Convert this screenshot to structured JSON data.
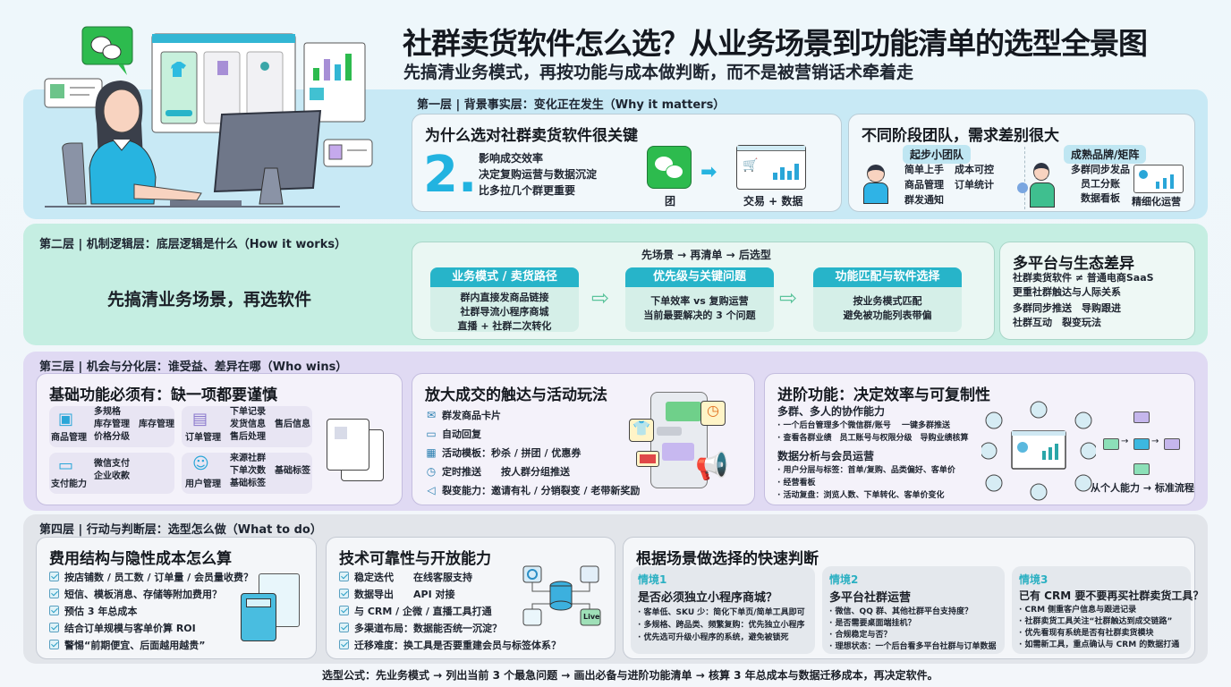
{
  "header": {
    "title": "社群卖货软件怎么选？从业务场景到功能清单的选型全景图",
    "subtitle": "先搞清业务模式，再按功能与成本做判断，而不是被营销话术牵着走"
  },
  "colors": {
    "accent_cyan": "#27b4c9",
    "band1": "#c8e9f5",
    "band2": "#c5eee2",
    "band3": "#e0daf3",
    "band4": "#e2e5ea",
    "wechat_green": "#2dbb4e"
  },
  "layer1": {
    "label": "第一层 | 背景事实层：变化正在发生（Why it matters）",
    "why": {
      "title": "为什么选对社群卖货软件很关键",
      "big_number": "2.",
      "points": [
        "影响成交效率",
        "决定复购运营与数据沉淀",
        "比多拉几个群更重要"
      ],
      "icon_left_label": "团",
      "icon_right_label": "交易 + 数据"
    },
    "stages": {
      "title": "不同阶段团队，需求差别很大",
      "small_team": {
        "tag": "起步小团队",
        "items": [
          "简单上手",
          "成本可控",
          "商品管理",
          "订单统计",
          "群发通知"
        ]
      },
      "mature": {
        "tag": "成熟品牌/矩阵",
        "items": [
          "多群同步发品",
          "员工分账",
          "数据看板"
        ],
        "extra": "精细化运营"
      }
    }
  },
  "layer2": {
    "label": "第二层 | 机制逻辑层：底层逻辑是什么（How it works）",
    "headline": "先搞清业务场景，再选软件",
    "flow_title": "先场景 → 再清单 → 后选型",
    "steps": [
      {
        "title": "业务模式 / 卖货路径",
        "lines": [
          "群内直接发商品链接",
          "社群导流小程序商城",
          "直播 + 社群二次转化"
        ]
      },
      {
        "title": "优先级与关键问题",
        "lines": [
          "下单效率 vs 复购运营",
          "当前最要解决的 3 个问题"
        ]
      },
      {
        "title": "功能匹配与软件选择",
        "lines": [
          "按业务模式匹配",
          "避免被功能列表带偏"
        ]
      }
    ],
    "platform": {
      "title": "多平台与生态差异",
      "lines": [
        "社群卖货软件 ≠ 普通电商SaaS",
        "更重社群触达与人际关系",
        "多群同步推送　导购跟进",
        "社群互动　裂变玩法"
      ]
    }
  },
  "layer3": {
    "label": "第三层 | 机会与分化层：谁受益、差异在哪（Who wins）",
    "basic": {
      "title": "基础功能必须有：缺一项都要谨慎",
      "groups": [
        {
          "name": "商品管理",
          "icon": "box-icon",
          "lines": [
            "多规格",
            "库存管理　库存管理",
            "价格分级"
          ]
        },
        {
          "name": "订单管理",
          "icon": "clipboard-icon",
          "lines": [
            "下单记录",
            "发货信息　售后信息",
            "售后处理"
          ]
        },
        {
          "name": "支付能力",
          "icon": "wallet-icon",
          "lines": [
            "微信支付",
            "企业收款"
          ]
        },
        {
          "name": "用户管理",
          "icon": "user-icon",
          "lines": [
            "来源社群",
            "下单次数　基础标签",
            "基础标签"
          ]
        }
      ]
    },
    "reach": {
      "title": "放大成交的触达与活动玩法",
      "items": [
        {
          "icon": "mail-icon",
          "glyph": "✉",
          "text": "群发商品卡片"
        },
        {
          "icon": "chat-icon",
          "glyph": "▭",
          "text": "自动回复"
        },
        {
          "icon": "calendar-icon",
          "glyph": "▦",
          "text": "活动模板：秒杀 / 拼团 / 优惠券"
        },
        {
          "icon": "clock-icon",
          "glyph": "◷",
          "text": "定时推送　　按人群分组推送"
        },
        {
          "icon": "megaphone-icon",
          "glyph": "◁",
          "text": "裂变能力：邀请有礼 / 分销裂变 / 老带新奖励"
        }
      ]
    },
    "advanced": {
      "title": "进阶功能：决定效率与可复制性",
      "sub1": "多群、多人的协作能力",
      "sub1_lines": [
        "· 一个后台管理多个微信群/账号　 一键多群推送",
        "· 查看各群业绩　员工账号与权限分级　导购业绩核算"
      ],
      "sub2": "数据分析与会员运营",
      "sub2_lines": [
        "· 用户分层与标签：首单/复购、品类偏好、客单价",
        "· 经营看板",
        "· 活动复盘：浏览人数、下单转化、客单价变化"
      ],
      "caption": "从个人能力 → 标准流程"
    }
  },
  "layer4": {
    "label": "第四层 | 行动与判断层：选型怎么做（What to do）",
    "cost": {
      "title": "费用结构与隐性成本怎么算",
      "items": [
        "按店铺数 / 员工数 / 订单量 / 会员量收费？",
        "短信、模板消息、存储等附加费用？",
        "预估 3 年总成本",
        "结合订单规模与客单价算 ROI",
        "警惕“前期便宜、后面越用越贵”"
      ]
    },
    "tech": {
      "title": "技术可靠性与开放能力",
      "items": [
        "稳定迭代　　在线客服支持",
        "数据导出　　API 对接",
        "与 CRM / 企微 / 直播工具打通",
        "多渠道布局：数据能否统一沉淀？",
        "迁移难度：换工具是否要重建会员与标签体系？"
      ],
      "live_label": "Live"
    },
    "decide": {
      "title": "根据场景做选择的快速判断",
      "scenarios": [
        {
          "tag": "情境1",
          "question": "是否必须独立小程序商城？",
          "lines": [
            "· 客单低、SKU 少：简化下单页/简单工具即可",
            "· 多规格、跨品类、频繁复购：优先独立小程序",
            "· 优先选可升级小程序的系统，避免被锁死"
          ]
        },
        {
          "tag": "情境2",
          "question": "多平台社群运营",
          "lines": [
            "· 微信、QQ 群、其他社群平台支持度？",
            "· 是否需要桌面端挂机？",
            "· 合规稳定与否？",
            "· 理想状态：一个后台看多平台社群与订单数据"
          ]
        },
        {
          "tag": "情境3",
          "question": "已有 CRM 要不要再买社群卖货工具？",
          "lines": [
            "· CRM 侧重客户信息与跟进记录",
            "· 社群卖货工具关注“社群触达到成交链路”",
            "· 优先看现有系统是否有社群卖货模块",
            "· 如需新工具，重点确认与 CRM 的数据打通"
          ]
        }
      ]
    }
  },
  "footer": {
    "formula": "选型公式：先业务模式 → 列出当前 3 个最急问题 → 画出必备与进阶功能清单 → 核算 3 年总成本与数据迁移成本，再决定软件。"
  }
}
